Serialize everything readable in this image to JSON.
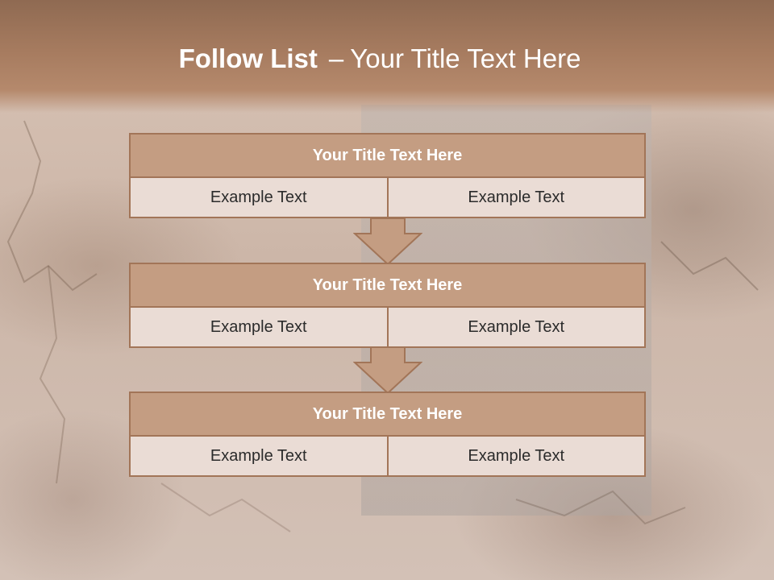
{
  "slide": {
    "title_strong": "Follow List",
    "title_dash": "–",
    "title_rest": "Your Title Text Here"
  },
  "blocks": [
    {
      "title": "Your Title Text Here",
      "left": "Example Text",
      "right": "Example Text"
    },
    {
      "title": "Your Title Text Here",
      "left": "Example Text",
      "right": "Example Text"
    },
    {
      "title": "Your Title Text Here",
      "left": "Example Text",
      "right": "Example Text"
    }
  ],
  "colors": {
    "header": "#a67b5f",
    "block_title_fill": "#c49d82",
    "block_border": "#a27558",
    "cell_fill": "#eadcd5",
    "arrow_fill": "#c49d82"
  },
  "icons": [
    "down-arrow-icon"
  ]
}
